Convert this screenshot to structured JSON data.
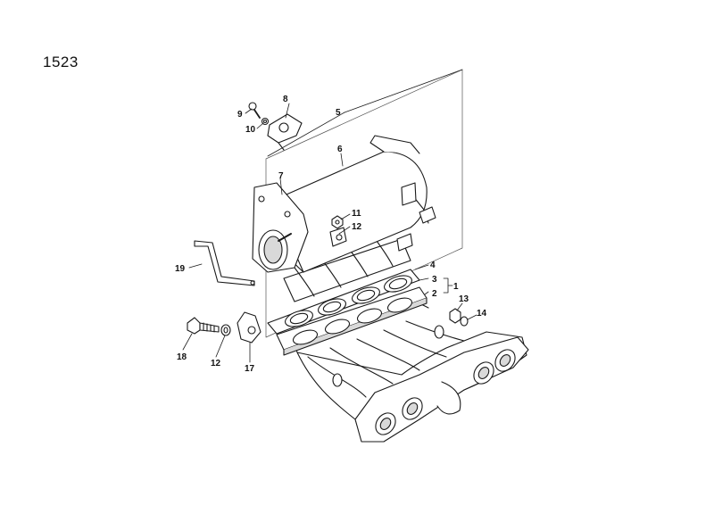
{
  "diagram": {
    "id": "1523",
    "callouts": [
      {
        "key": "c1",
        "label": "1"
      },
      {
        "key": "c2",
        "label": "2"
      },
      {
        "key": "c3",
        "label": "3"
      },
      {
        "key": "c4",
        "label": "4"
      },
      {
        "key": "c5",
        "label": "5"
      },
      {
        "key": "c6",
        "label": "6"
      },
      {
        "key": "c7",
        "label": "7"
      },
      {
        "key": "c8",
        "label": "8"
      },
      {
        "key": "c9",
        "label": "9"
      },
      {
        "key": "c10",
        "label": "10"
      },
      {
        "key": "c11",
        "label": "11"
      },
      {
        "key": "c12a",
        "label": "12"
      },
      {
        "key": "c12b",
        "label": "12"
      },
      {
        "key": "c13",
        "label": "13"
      },
      {
        "key": "c14",
        "label": "14"
      },
      {
        "key": "c17",
        "label": "17"
      },
      {
        "key": "c18",
        "label": "18"
      },
      {
        "key": "c19",
        "label": "19"
      }
    ]
  },
  "colors": {
    "line": "#1a1a1a",
    "part_fill": "#ffffff",
    "shade": "#d9d9d9",
    "plane": "#555555"
  }
}
